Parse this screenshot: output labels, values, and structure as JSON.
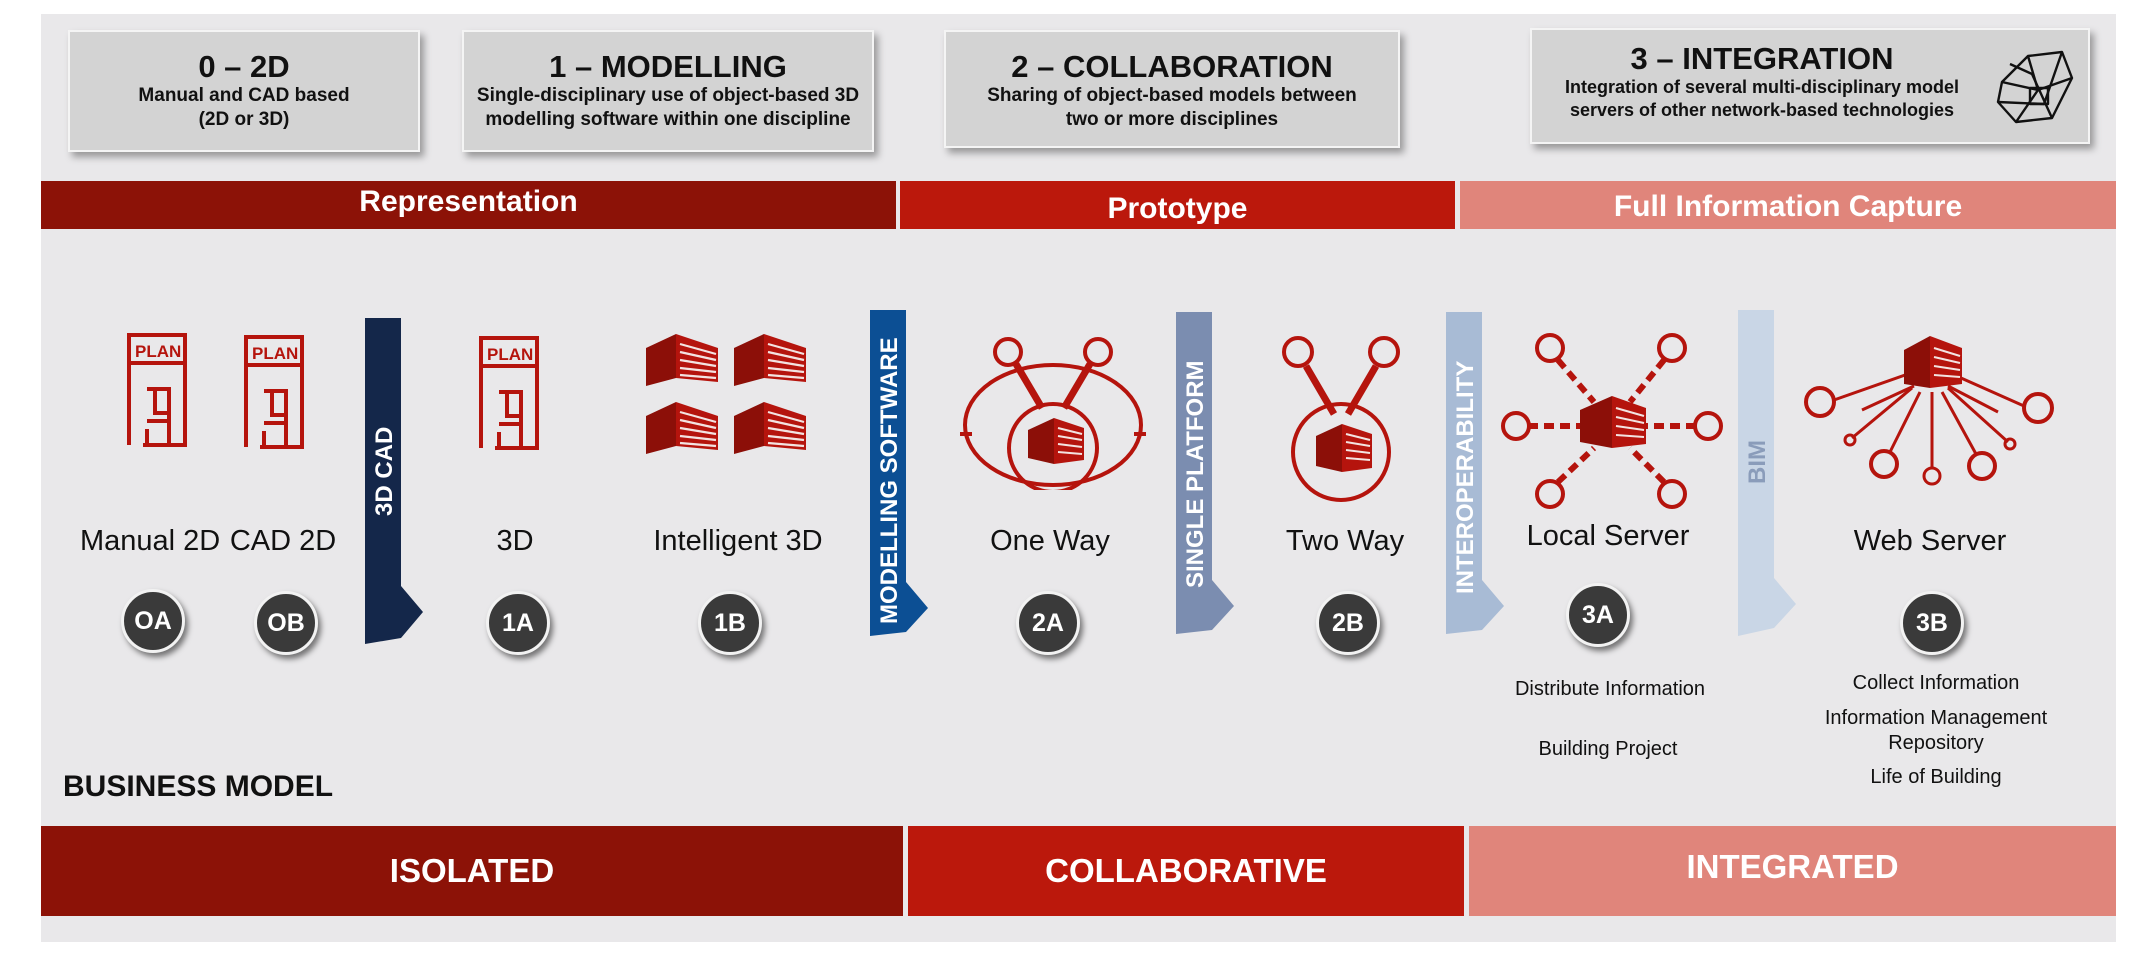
{
  "stages": [
    {
      "title": "0 – 2D",
      "subtitle": "Manual and CAD based\n(2D or 3D)"
    },
    {
      "title": "1  –  MODELLING",
      "subtitle": "Single-disciplinary use of object-based 3D\nmodelling software within one discipline"
    },
    {
      "title": "2  –  COLLABORATION",
      "subtitle": "Sharing of object-based models between\ntwo or more disciplines"
    },
    {
      "title": "3  –  INTEGRATION",
      "subtitle": "Integration of several multi-disciplinary model\nservers of other network-based technologies"
    }
  ],
  "bands": [
    {
      "label": "Representation",
      "color": "#8c1207"
    },
    {
      "label": "Prototype",
      "color": "#bb180c"
    },
    {
      "label": "Full Information Capture",
      "color": "#e0857b"
    }
  ],
  "arrows": [
    {
      "label": "3D CAD",
      "color": "#14274a"
    },
    {
      "label": "MODELLING SOFTWARE",
      "color": "#0c4f94"
    },
    {
      "label": "SINGLE PLATFORM",
      "color": "#7b8db0"
    },
    {
      "label": "INTEROPERABILITY",
      "color": "#a8bbd5"
    },
    {
      "label": "BIM",
      "color": "#c9d6e6",
      "text_color": "#8a9cba"
    }
  ],
  "items": [
    {
      "label": "Manual 2D",
      "badge": "OA",
      "icon": "plan-drawing-icon"
    },
    {
      "label": "CAD 2D",
      "badge": "OB",
      "icon": "plan-drawing-icon"
    },
    {
      "label": "3D",
      "badge": "1A",
      "icon": "plan-drawing-icon"
    },
    {
      "label": "Intelligent 3D",
      "badge": "1B",
      "icon": "building-blocks-icon"
    },
    {
      "label": "One Way",
      "badge": "2A",
      "icon": "one-way-exchange-icon"
    },
    {
      "label": "Two Way",
      "badge": "2B",
      "icon": "two-way-exchange-icon"
    },
    {
      "label": "Local Server",
      "badge": "3A",
      "icon": "local-server-icon"
    },
    {
      "label": "Web Server",
      "badge": "3B",
      "icon": "web-server-icon"
    }
  ],
  "plan_text": "PLAN",
  "notes_3a": [
    "Distribute Information",
    "Building Project"
  ],
  "notes_3b": [
    "Collect Information",
    "Information Management\nRepository",
    "Life of Building"
  ],
  "business_model_heading": "BUSINESS MODEL",
  "models": [
    {
      "label": "ISOLATED",
      "color": "#8c1207"
    },
    {
      "label": "COLLABORATIVE",
      "color": "#bb180c"
    },
    {
      "label": "INTEGRATED",
      "color": "#e0857b"
    }
  ],
  "colors": {
    "icon_red": "#b5140d",
    "icon_dark": "#8c0f08",
    "panel": "#e9e8ea",
    "stage_box": "#d3d3d3",
    "badge": "#3a3a3a"
  }
}
